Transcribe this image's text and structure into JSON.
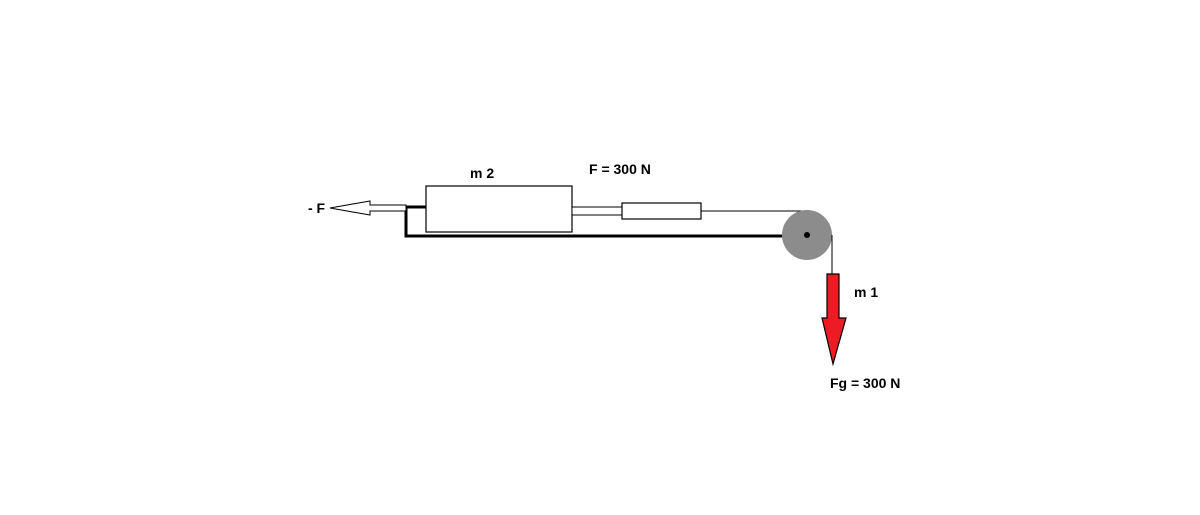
{
  "labels": {
    "neg_force": "- F",
    "mass2": "m 2",
    "force": "F = 300 N",
    "mass1": "m 1",
    "gravity": "Fg = 300 N"
  },
  "colors": {
    "line": "#000000",
    "pulley": "#8c8c8c",
    "gravity_arrow": "#ed1c24",
    "background": "#ffffff"
  },
  "icons": {
    "pulley": "pulley-icon",
    "left_arrow": "hollow-arrow-left-icon",
    "down_arrow": "red-arrow-down-icon"
  }
}
